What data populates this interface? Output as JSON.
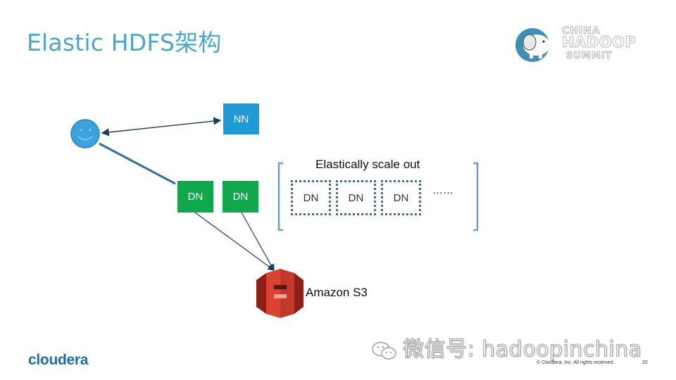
{
  "slide": {
    "title": "Elastic HDFS架构",
    "event_logo": {
      "line1": "CHINA",
      "line2": "HADOOP",
      "line3": "SUMMIT"
    },
    "brand": "cloudera",
    "watermark": "微信号: hadoopinchina",
    "copyright": "© Cloudera, Inc. All rights reserved.",
    "page_number": "20"
  },
  "diagram": {
    "client": {
      "icon": "smiley-face-icon"
    },
    "namenode": {
      "label": "NN",
      "color": "#1e9ad6"
    },
    "datanodes": [
      {
        "label": "DN",
        "color": "#0fa84a"
      },
      {
        "label": "DN",
        "color": "#0fa84a"
      }
    ],
    "elastic_group": {
      "label": "Elastically scale out",
      "nodes": [
        "DN",
        "DN",
        "DN"
      ],
      "ellipsis": "……"
    },
    "storage": {
      "label": "Amazon S3",
      "icon": "amazon-s3-icon",
      "color": "#c8392b"
    }
  }
}
